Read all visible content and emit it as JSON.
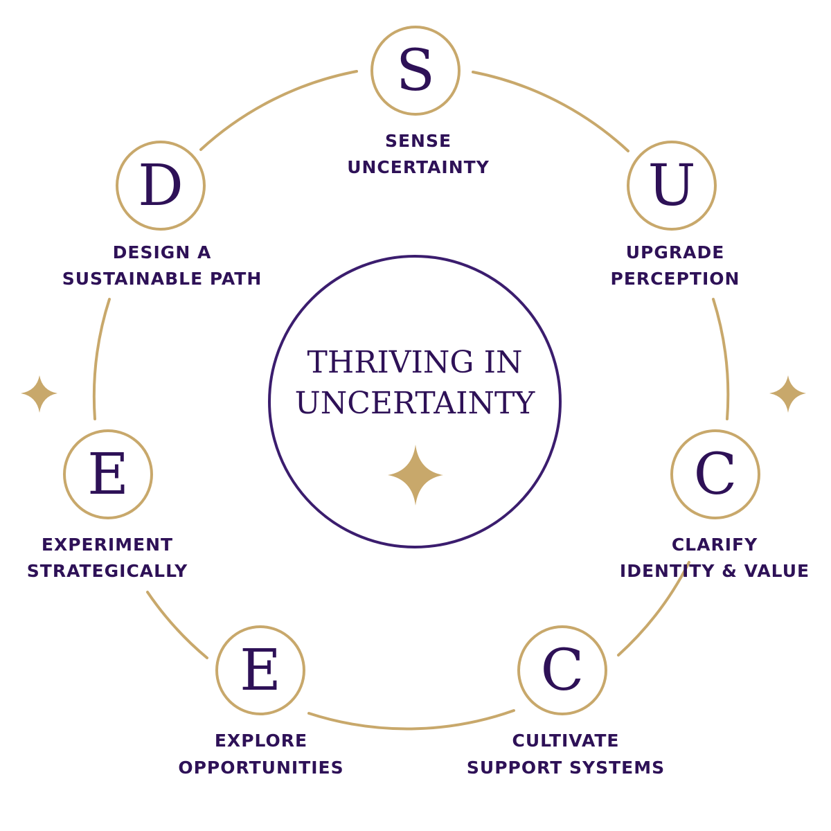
{
  "center": {
    "title_line1": "THRIVING IN",
    "title_line2": "UNCERTAINTY"
  },
  "nodes": [
    {
      "letter": "S",
      "label_line1": "SENSE",
      "label_line2": "UNCERTAINTY"
    },
    {
      "letter": "U",
      "label_line1": "UPGRADE",
      "label_line2": "PERCEPTION"
    },
    {
      "letter": "C",
      "label_line1": "CLARIFY",
      "label_line2": "IDENTITY & VALUE"
    },
    {
      "letter": "C",
      "label_line1": "CULTIVATE",
      "label_line2": "SUPPORT SYSTEMS"
    },
    {
      "letter": "E",
      "label_line1": "EXPLORE",
      "label_line2": "OPPORTUNITIES"
    },
    {
      "letter": "E",
      "label_line1": "EXPERIMENT",
      "label_line2": "STRATEGICALLY"
    },
    {
      "letter": "D",
      "label_line1": "DESIGN A",
      "label_line2": "SUSTAINABLE PATH"
    }
  ],
  "colors": {
    "ink": "#2e1157",
    "gold": "#c8a86b",
    "center_ring": "#3b1d6e"
  }
}
